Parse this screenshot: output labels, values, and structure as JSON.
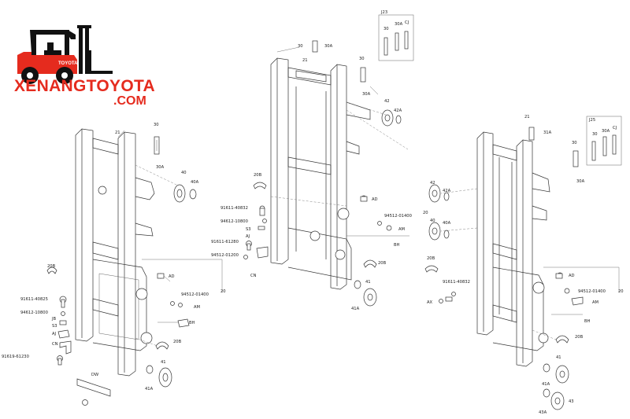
{
  "brand": {
    "name": "XENANGTOYOTA",
    "suffix": ".COM",
    "badge": "TOYOTA",
    "accent": "#e52b1e"
  },
  "diagram_left": {
    "labels": [
      "21",
      "30",
      "30A",
      "40",
      "40A",
      "20B",
      "20",
      "AD",
      "94512-01400",
      "AM",
      "BH",
      "91611-40825",
      "94612-10800",
      "JB",
      "S3",
      "AJ",
      "CN",
      "91619-61230",
      "DW",
      "20B",
      "41",
      "41A"
    ]
  },
  "diagram_middle": {
    "labels": [
      "J23",
      "30",
      "30A",
      "CJ",
      "30",
      "30A",
      "21",
      "30",
      "30A",
      "42",
      "42A",
      "20B",
      "AD",
      "91611-40832",
      "94612-10800",
      "S3",
      "AJ",
      "91611-61280",
      "94512-01200",
      "CN",
      "94512-01400",
      "AM",
      "BH",
      "20B",
      "41",
      "41A"
    ]
  },
  "diagram_right": {
    "labels": [
      "J25",
      "30",
      "30A",
      "CJ",
      "21",
      "31A",
      "30",
      "30A",
      "42",
      "42A",
      "20",
      "40",
      "40A",
      "20B",
      "AD",
      "94512-01400",
      "AM",
      "BH",
      "91611-40832",
      "20",
      "AX",
      "20B",
      "41",
      "41A",
      "43",
      "43A"
    ]
  }
}
